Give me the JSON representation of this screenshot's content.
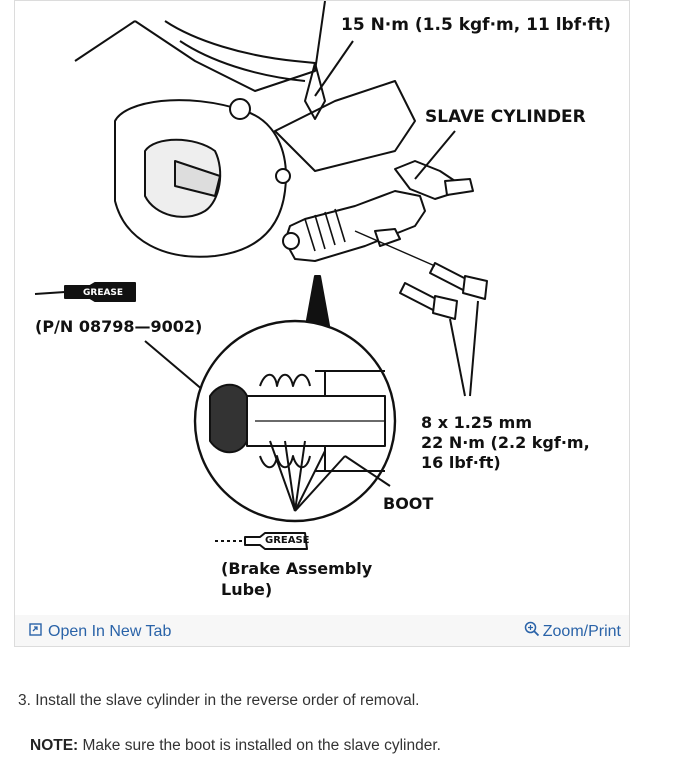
{
  "diagram": {
    "labels": {
      "clutch_pipe_torque": "15 N·m (1.5 kgf·m, 11 lbf·ft)",
      "slave_cylinder": "SLAVE CYLINDER",
      "grease_tube_top": "GREASE",
      "part_number": "(P/N 08798—9002)",
      "bolt_size": "8 x 1.25 mm",
      "bolt_torque_1": "22 N·m (2.2 kgf·m,",
      "bolt_torque_2": "16 lbf·ft)",
      "boot": "BOOT",
      "grease_tube_bottom": "GREASE",
      "brake_lube_1": "(Brake Assembly",
      "brake_lube_2": "Lube)"
    }
  },
  "frame_footer": {
    "open_tab_label": "Open In New Tab",
    "zoom_label": "Zoom/Print"
  },
  "content": {
    "step_text": "3. Install the slave cylinder in the reverse order of removal.",
    "note_label": "NOTE:",
    "note_text": " Make sure the boot is installed on the slave cylinder."
  }
}
